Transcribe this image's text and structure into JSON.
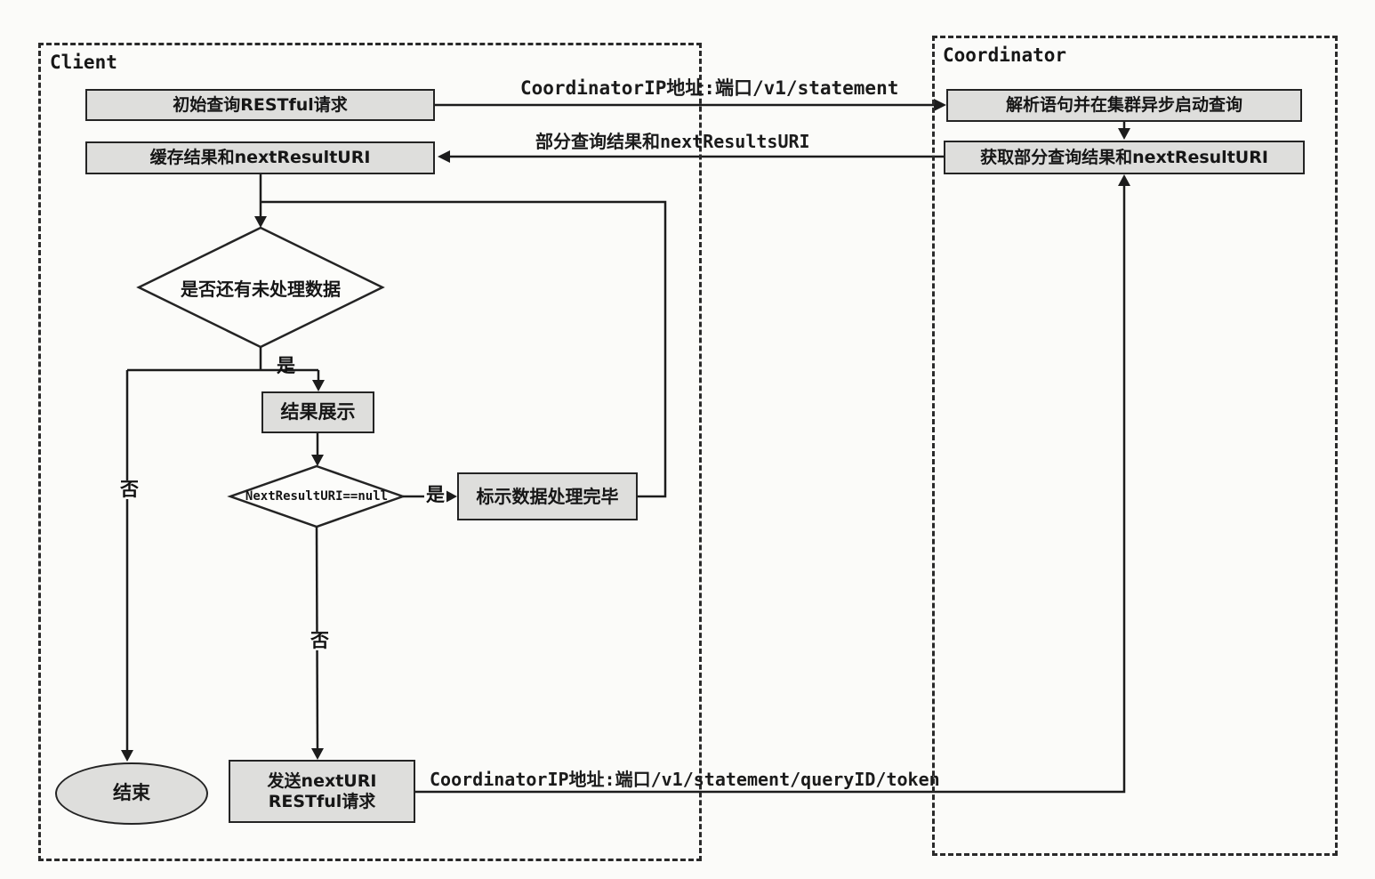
{
  "diagram": {
    "lanes": {
      "client": {
        "label": "Client"
      },
      "coordinator": {
        "label": "Coordinator"
      }
    },
    "nodes": {
      "initial_request": {
        "label": "初始查询RESTful请求"
      },
      "cache_result": {
        "label": "缓存结果和nextResultURI"
      },
      "parse_statement": {
        "label": "解析语句并在集群异步启动查询"
      },
      "get_partial_result": {
        "label": "获取部分查询结果和nextResultURI"
      },
      "has_unprocessed_data": {
        "label": "是否还有未处理数据"
      },
      "result_display": {
        "label": "结果展示"
      },
      "next_result_null_check": {
        "label": "NextResultURI==null"
      },
      "mark_processing_done": {
        "label": "标示数据处理完毕"
      },
      "send_next_request": {
        "label_line1": "发送nextURI",
        "label_line2": "RESTful请求"
      },
      "end": {
        "label": "结束"
      }
    },
    "edge_labels": {
      "initial_statement_url": "CoordinatorIP地址:端口/v1/statement",
      "partial_results": "部分查询结果和nextResultsURI",
      "next_token_url": "CoordinatorIP地址:端口/v1/statement/queryID/token",
      "yes_branch_1": "是",
      "no_branch_1": "否",
      "yes_branch_2": "是",
      "no_branch_2": "否"
    },
    "colors": {
      "node_fill": "#dededc",
      "diamond_fill": "#fcfcfa",
      "line": "#1c1c1c",
      "background": "#fbfbf9"
    }
  }
}
